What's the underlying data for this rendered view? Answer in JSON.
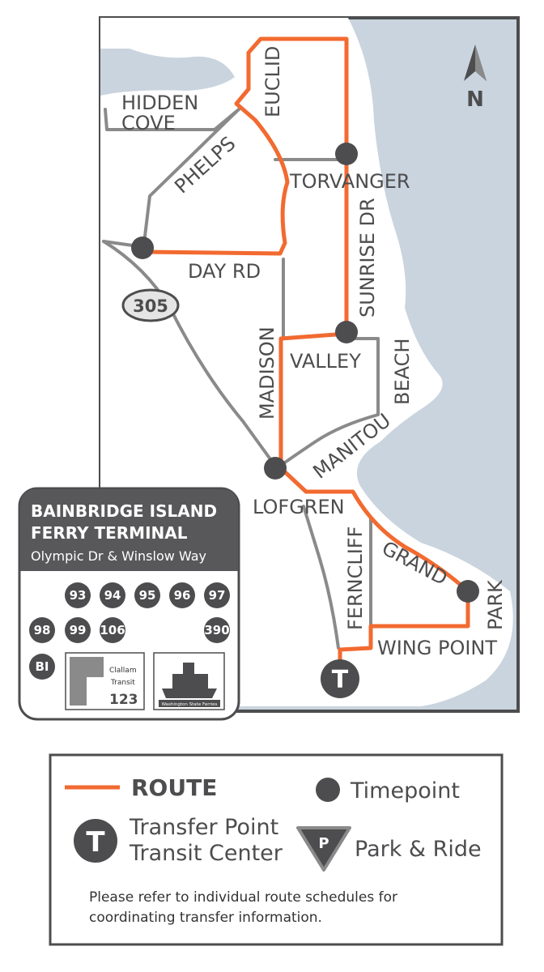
{
  "colors": {
    "water": "#c9d4de",
    "land": "#ffffff",
    "road": "#8a8a8a",
    "route": "#f26a30",
    "timepoint": "#4d4d4f",
    "frame": "#4d4d4f",
    "box_header": "#58585a"
  },
  "map": {
    "north_label": "N",
    "highway_label": "305",
    "streets": {
      "hidden_cove_1": "HIDDEN",
      "hidden_cove_2": "COVE",
      "euclid": "EUCLID",
      "phelps": "PHELPS",
      "torvanger": "TORVANGER",
      "day_rd": "DAY RD",
      "sunrise_dr": "SUNRISE DR",
      "madison": "MADISON",
      "valley": "VALLEY",
      "beach": "BEACH",
      "manitou": "MANITOU",
      "lofgren": "LOFGREN",
      "ferncliff": "FERNCLIFF",
      "grand": "GRAND",
      "park": "PARK",
      "wing_point": "WING POINT"
    },
    "transfer_icon_letter": "T"
  },
  "terminal_box": {
    "title_line1": "BAINBRIDGE ISLAND",
    "title_line2": "FERRY TERMINAL",
    "subtitle": "Olympic Dr & Winslow Way",
    "routes_row1": [
      "93",
      "94",
      "95",
      "96",
      "97"
    ],
    "routes_row2": [
      "98",
      "99",
      "106",
      "390"
    ],
    "bi_label": "BI",
    "clallam_line1": "Clallam",
    "clallam_line2": "Transit",
    "clallam_number": "123",
    "wsf_label": "Washington State Ferries"
  },
  "legend": {
    "route_label": "ROUTE",
    "timepoint_label": "Timepoint",
    "transfer_letter": "T",
    "transfer_line1": "Transfer Point",
    "transfer_line2": "Transit Center",
    "park_letter": "P",
    "park_label": "Park & Ride",
    "note_line1": "Please refer to individual route schedules for",
    "note_line2": "coordinating transfer information."
  }
}
